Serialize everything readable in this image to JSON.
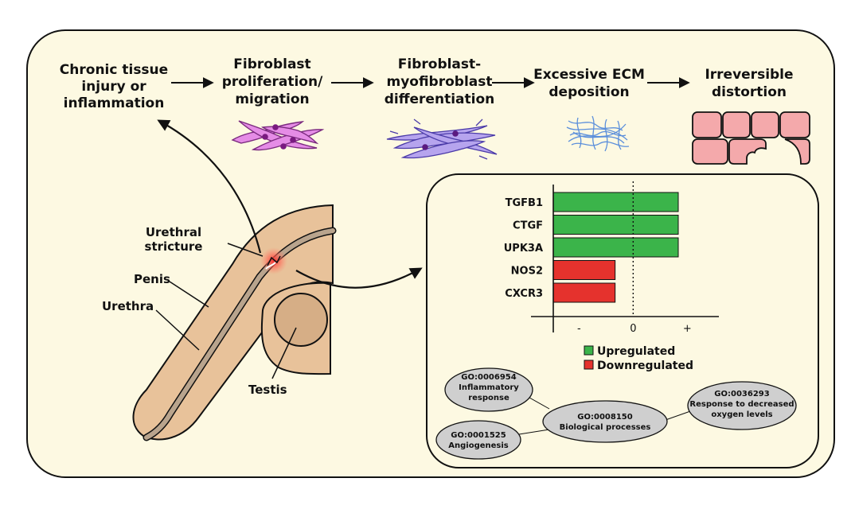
{
  "colors": {
    "panel_bg": "#fdf9e2",
    "tissue": "#e8c29a",
    "urethra": "#b9a48d",
    "stricture_glow": "#ff3b30",
    "cell_pink": "#e58ce6",
    "cell_purple": "#9a7fe0",
    "ecm_blue": "#5b8fdb",
    "block": "#f4a9ab",
    "up": "#3bb44a",
    "down": "#e5322d",
    "ellipse": "#cfcfcf"
  },
  "pathway": {
    "steps": [
      {
        "lines": [
          "Chronic tissue",
          "injury or",
          "inflammation"
        ],
        "icon": "none"
      },
      {
        "lines": [
          "Fibroblast",
          "proliferation/",
          "migration"
        ],
        "icon": "fibroblast-cells-icon"
      },
      {
        "lines": [
          "Fibroblast-",
          "myofibroblast",
          "differentiation"
        ],
        "icon": "myofibroblast-cells-icon"
      },
      {
        "lines": [
          "Excessive ECM",
          "deposition"
        ],
        "icon": "ecm-fibers-icon"
      },
      {
        "lines": [
          "Irreversible",
          "distortion"
        ],
        "icon": "distorted-tissue-icon"
      }
    ]
  },
  "anatomy": {
    "stricture": [
      "Urethral",
      "stricture"
    ],
    "penis": "Penis",
    "urethra": "Urethra",
    "testis": "Testis"
  },
  "chart_data": {
    "type": "bar",
    "orientation": "horizontal",
    "categories": [
      "TGFB1",
      "CTGF",
      "UPK3A",
      "NOS2",
      "CXCR3"
    ],
    "values": [
      1,
      1,
      1,
      -0.4,
      -0.4
    ],
    "regulation": [
      "up",
      "up",
      "up",
      "down",
      "down"
    ],
    "x_ticks": [
      "-",
      "0",
      "+"
    ],
    "xlim": [
      -2,
      1.9
    ],
    "zero_line": "dotted",
    "legend": [
      {
        "label": "Upregulated",
        "key": "up"
      },
      {
        "label": "Downregulated",
        "key": "down"
      }
    ]
  },
  "go_network": {
    "nodes": [
      {
        "id": "n1",
        "lines": [
          "GO:0006954",
          "Inflammatory",
          "response"
        ]
      },
      {
        "id": "n2",
        "lines": [
          "GO:0001525",
          "Angiogenesis"
        ]
      },
      {
        "id": "n3",
        "lines": [
          "GO:0008150",
          "Biological processes"
        ]
      },
      {
        "id": "n4",
        "lines": [
          "GO:0036293",
          "Response to decreased",
          "oxygen levels"
        ]
      }
    ],
    "edges": [
      [
        "n1",
        "n3"
      ],
      [
        "n2",
        "n3"
      ],
      [
        "n4",
        "n3"
      ]
    ]
  }
}
